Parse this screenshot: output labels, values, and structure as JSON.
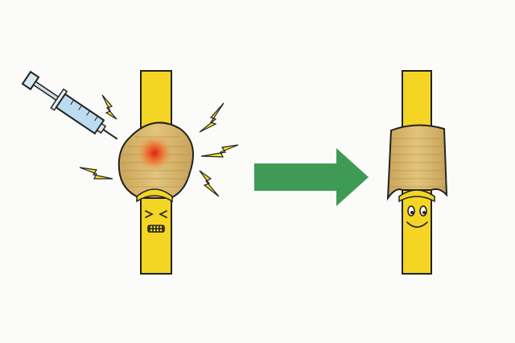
{
  "scene": {
    "before": {
      "state": "painful",
      "tool": "syringe-icon",
      "effects": [
        "lightning-bolt-icon",
        "inflammation-spot"
      ]
    },
    "transition": "arrow-right-icon",
    "after": {
      "state": "happy"
    }
  },
  "colors": {
    "background": "#fbfbf9",
    "tendon": "#f4d524",
    "sheath": "#d9b96a",
    "inflammation": "#e83a1a",
    "lightning": "#f3e42c",
    "arrow": "#3e9a55",
    "syringe_barrel": "#bcdcf2",
    "outline": "#222222"
  }
}
